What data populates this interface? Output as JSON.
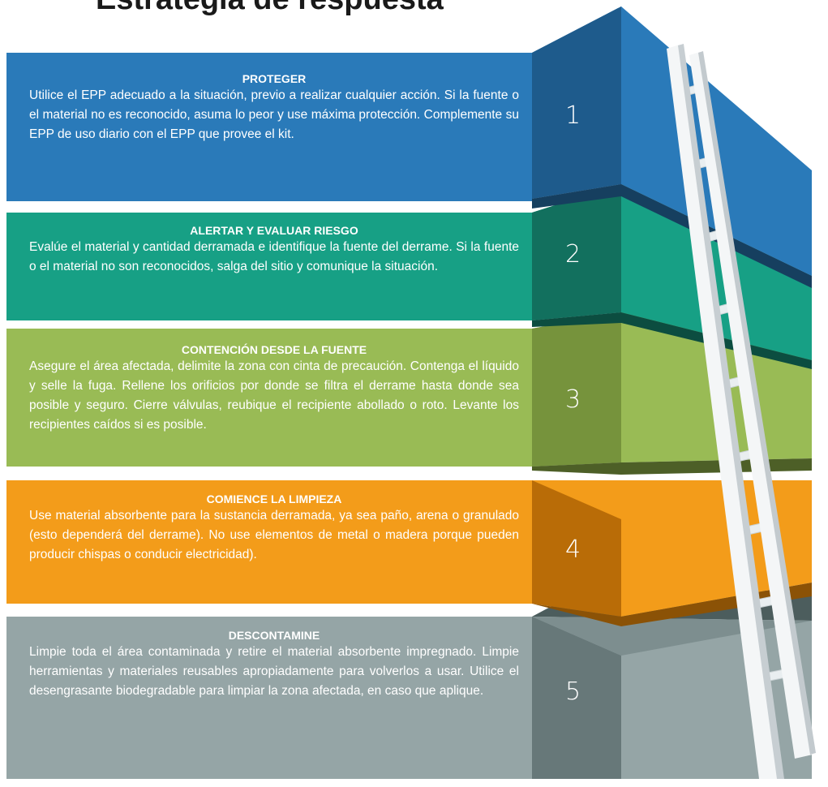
{
  "title": "Estrategia de respuesta",
  "colors": {
    "blue": "#2a7ab9",
    "teal": "#17a085",
    "green": "#99bb55",
    "orange": "#f39c1a",
    "gray": "#95a5a6"
  },
  "steps": [
    {
      "number": "1",
      "heading": "PROTEGER",
      "text": "Utilice el EPP adecuado a la situación, previo a realizar cualquier acción. Si la fuente o el material no es reconocido, asuma lo peor y use máxima protección. Complemente su EPP de uso diario con el EPP que provee el kit."
    },
    {
      "number": "2",
      "heading": "ALERTAR Y EVALUAR RIESGO",
      "text": "Evalúe el material y cantidad derramada e identifique la fuente del derrame. Si la fuente o el material no son reconocidos, salga del sitio y comunique la situación."
    },
    {
      "number": "3",
      "heading": "CONTENCIÓN DESDE LA FUENTE",
      "text": "Asegure el área afectada, delimite la zona con cinta de precaución. Contenga el líquido y selle la fuga. Rellene los orificios por donde se filtra el derrame hasta donde sea posible y seguro. Cierre válvulas, reubique el recipiente abollado o roto.  Levante los recipientes caídos si es posible."
    },
    {
      "number": "4",
      "heading": "COMIENCE LA LIMPIEZA",
      "text": "Use material absorbente para la sustancia derramada, ya sea paño, arena o granulado (esto dependerá del derrame). No use elementos de metal o madera porque pueden producir chispas o conducir electricidad)."
    },
    {
      "number": "5",
      "heading": "DESCONTAMINE",
      "text": "Limpie toda el área contaminada y retire el material absorbente impregnado. Limpie herramientas y materiales reusables apropiadamente para volverlos a usar. Utilice el desengrasante biodegradable para limpiar la zona afectada, en caso que aplique."
    }
  ]
}
